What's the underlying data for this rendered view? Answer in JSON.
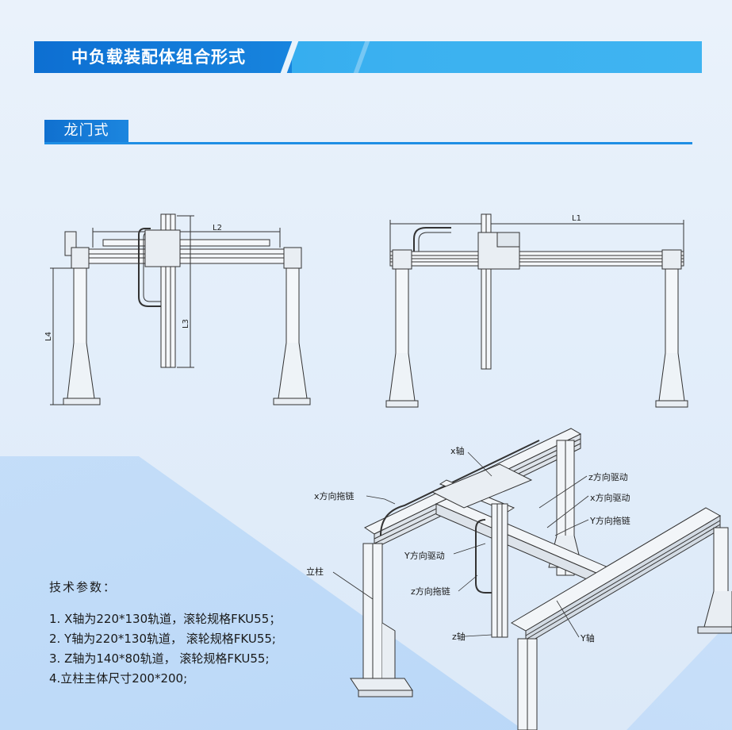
{
  "header": {
    "title": "中负载装配体组合形式"
  },
  "section": {
    "label": "龙门式"
  },
  "dimensions": {
    "l1": "L1",
    "l2": "L2",
    "l3": "L3",
    "l4": "L4"
  },
  "callouts": {
    "x_axis": "x轴",
    "x_drag_chain": "x方向拖链",
    "z_drive": "z方向驱动",
    "x_drive": "x方向驱动",
    "y_drag_chain": "Y方向拖链",
    "y_drive": "Y方向驱动",
    "column": "立柱",
    "z_drag_chain": "z方向拖链",
    "z_axis": "z轴",
    "y_axis": "Y轴"
  },
  "specs": {
    "title": "技术参数：",
    "items": [
      "1. X轴为220*130轨道，滚轮规格FKU55；",
      "2. Y轴为220*130轨道， 滚轮规格FKU55;",
      "3. Z轴为140*80轨道， 滚轮规格FKU55;",
      "4.立柱主体尺寸200*200;"
    ]
  },
  "colors": {
    "banner_dark": "#0d6fd2",
    "banner_light": "#3bb1f0",
    "rule": "#1f8ee4"
  }
}
